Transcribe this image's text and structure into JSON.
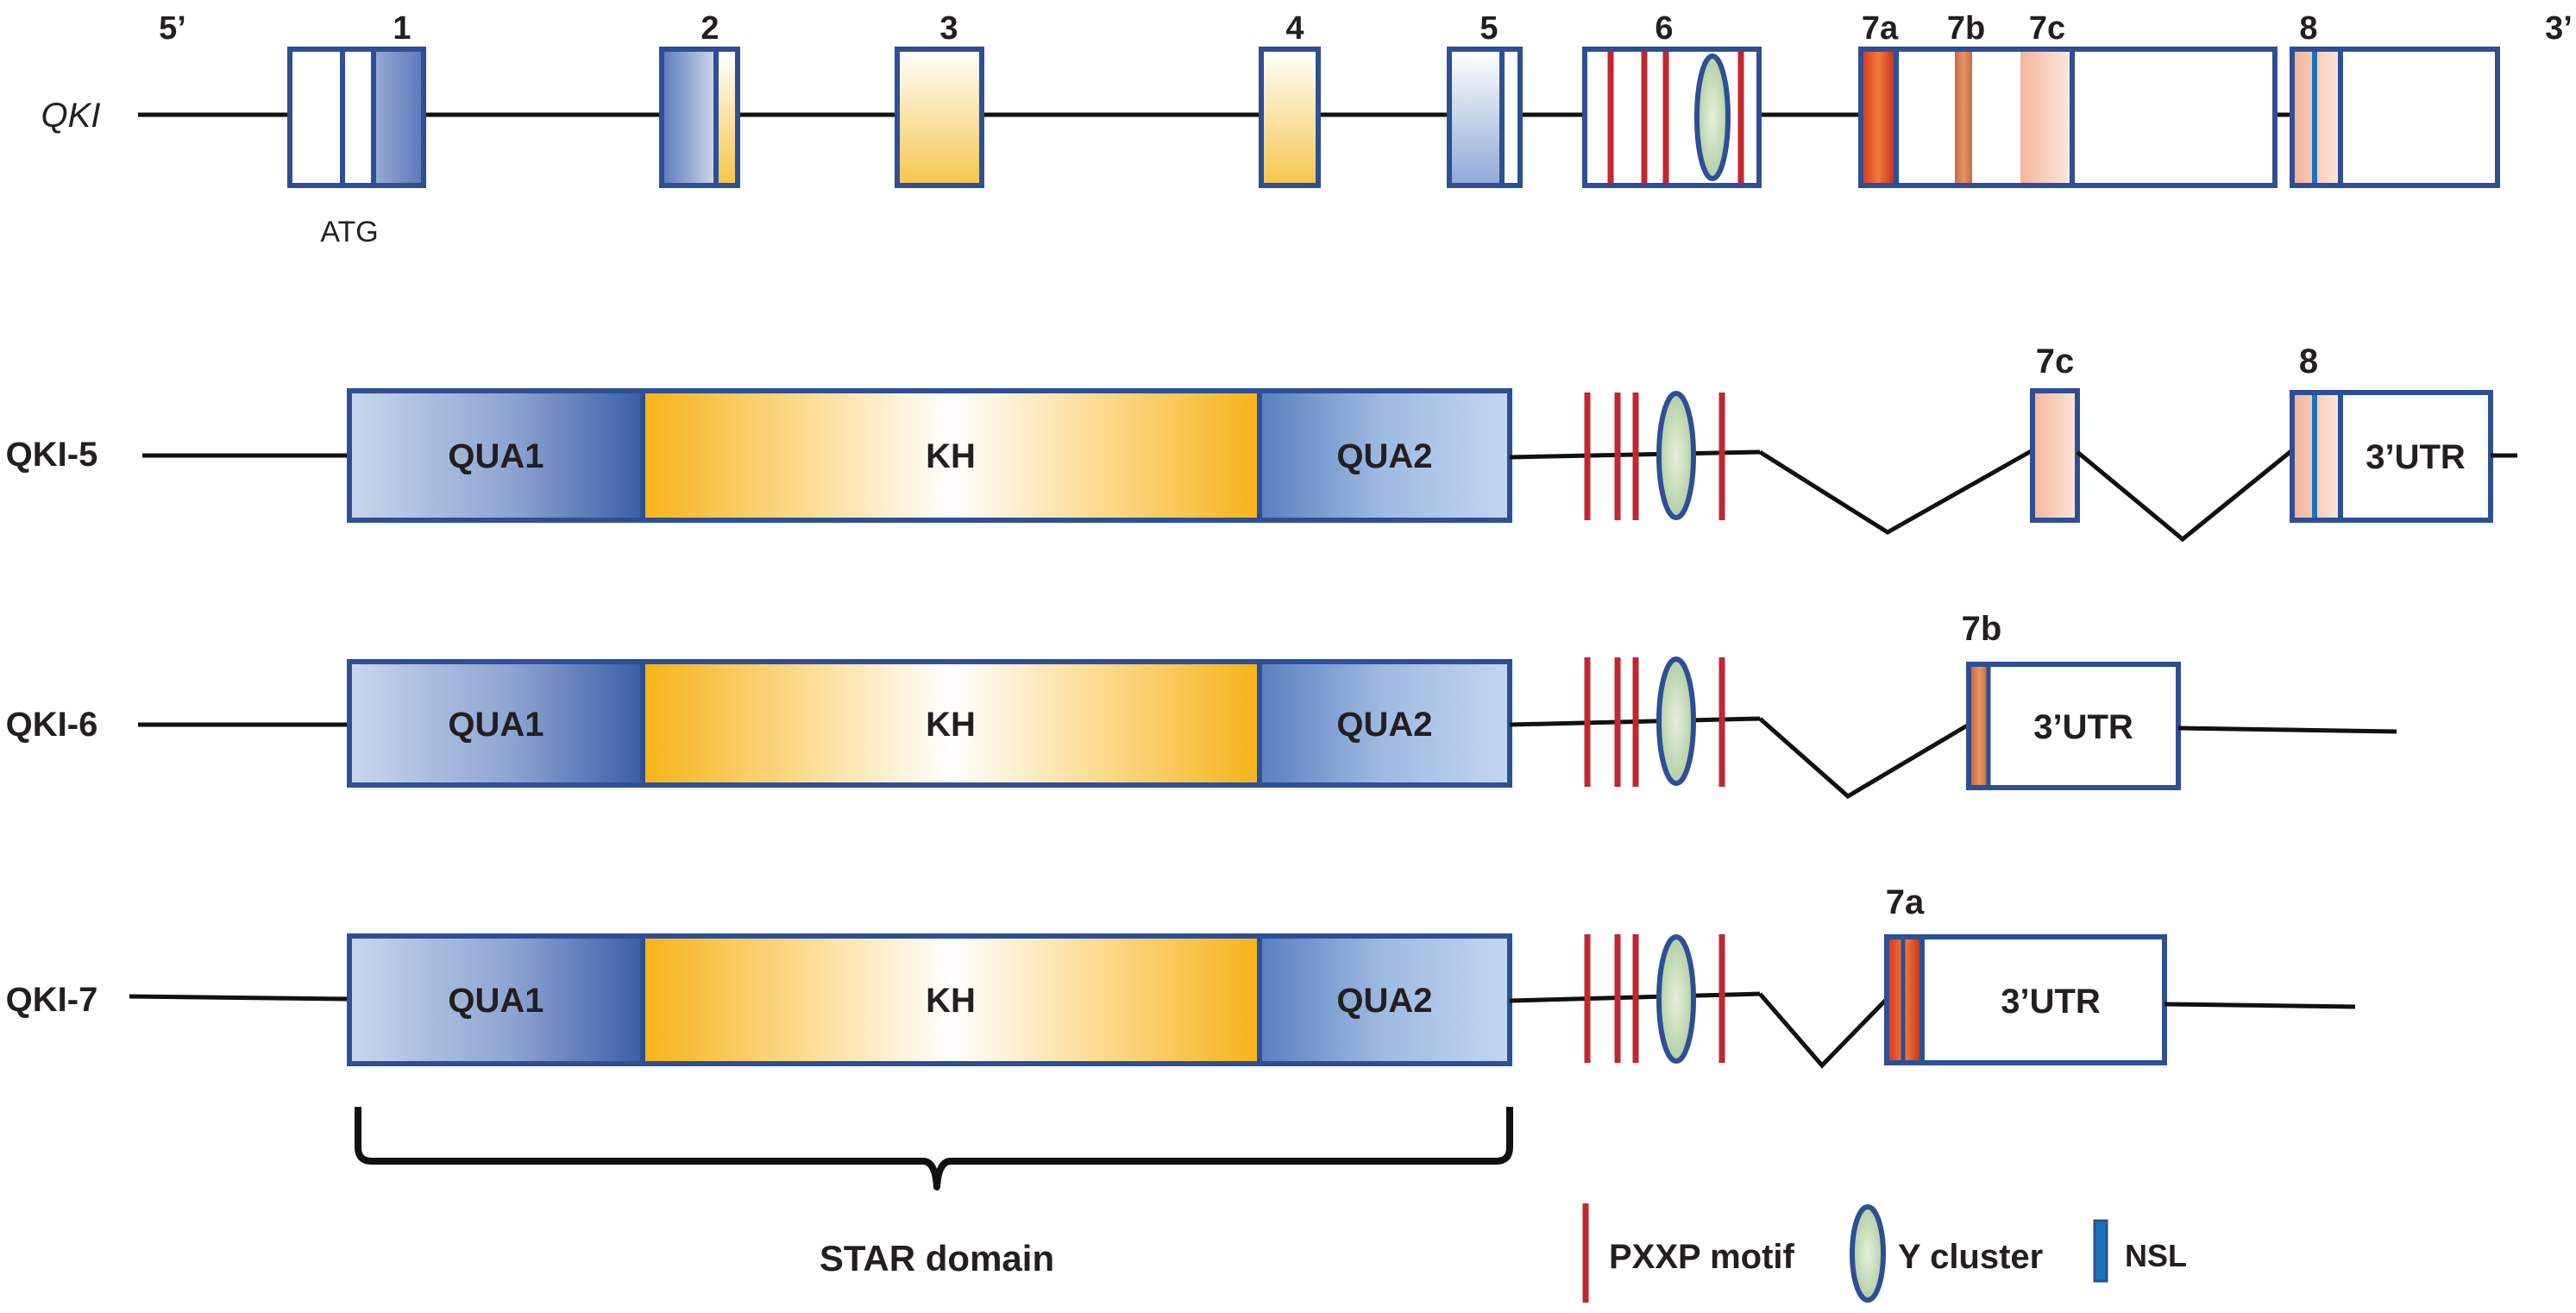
{
  "gene": {
    "name": "QKI",
    "five_prime": "5’",
    "three_prime": "3’",
    "start_codon": "ATG",
    "exons": [
      "1",
      "2",
      "3",
      "4",
      "5",
      "6",
      "7a",
      "7b",
      "7c",
      "8"
    ]
  },
  "isoforms": [
    {
      "name": "QKI-5",
      "alt_exon": "7c",
      "second_exon": "8",
      "utr": "3’UTR"
    },
    {
      "name": "QKI-6",
      "alt_exon": "7b",
      "utr": "3’UTR"
    },
    {
      "name": "QKI-7",
      "alt_exon": "7a",
      "utr": "3’UTR"
    }
  ],
  "domains": {
    "qua1": "QUA1",
    "kh": "KH",
    "qua2": "QUA2"
  },
  "star_domain": "STAR domain",
  "legend": {
    "pxxp": "PXXP motif",
    "y_cluster": "Y cluster",
    "nsl": "NSL"
  },
  "colors": {
    "box_stroke": "#2d4f95",
    "qua_blue": "#3b5ea9",
    "kh_yellow": "#f6b41d",
    "pxxp_red": "#c1272d",
    "nsl_blue": "#1b75bc",
    "exon7_orange": "#e9987a",
    "y_cluster_green": "#c6dcba"
  }
}
